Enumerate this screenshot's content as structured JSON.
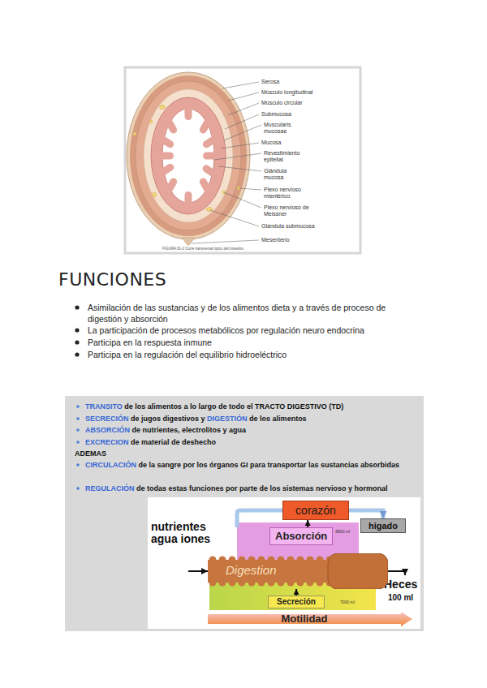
{
  "diagram": {
    "title": "FUNCIONES",
    "caption": "FIGURA 61-2 Corte transversal típico del intestino.",
    "nodes": [
      {
        "text": [
          "corazón"
        ]
      },
      {
        "text": [
          "higado"
        ]
      },
      {
        "text": [
          "Absorción",
          "8900 ml"
        ]
      },
      {
        "text": [
          "Digestion"
        ]
      },
      {
        "text": [
          "Secreción",
          "7000 ml"
        ]
      },
      {
        "text": [
          "Motilidad"
        ]
      }
    ],
    "edges": [
      {
        "from": 2,
        "to": 0,
        "arrow": "to"
      },
      {
        "from": 0,
        "to": 1,
        "arrow": "to"
      },
      {
        "from": 4,
        "to": 3,
        "arrow": "to"
      }
    ],
    "labels": [
      "Serosa",
      "Músculo longitudinal",
      "Músculo circular",
      "Submucosa",
      "Muscularis mucosae",
      "Mucosa",
      "Revestimiento epitelial",
      "Glándula mucosa",
      "Plexo nervioso mientérico",
      "Plexo nervioso de Meissner",
      "Glándula submucosa",
      "Mesenterio",
      "Asimilación de las sustancias y de los alimentos dieta y a través de proceso de digestión y absorción",
      "La participación de procesos metabólicos por regulación neuro endocrina",
      "Participa en la respuesta inmune",
      "Participa en la regulación del equilibrio hidroeléctrico",
      "TRANSITO",
      "de los alimentos a lo largo de todo el TRACTO DIGESTIVO (TD)",
      "SECRECIÓN",
      "de jugos digestivos y",
      "DIGESTIÓN",
      "de los alimentos",
      "ABSORCIÓN",
      "de nutrientes, electrolitos y agua",
      "EXCRECION",
      "de material de deshecho",
      "ADEMAS",
      "CIRCULACIÓN",
      "de la sangre por los órganos GI para transportar las sustancias absorbidas",
      "REGULACIÓN",
      "de todas estas funciones por parte de los sistemas nervioso y hormonal",
      "nutrientes agua iones",
      "Heces",
      "100 ml"
    ]
  }
}
